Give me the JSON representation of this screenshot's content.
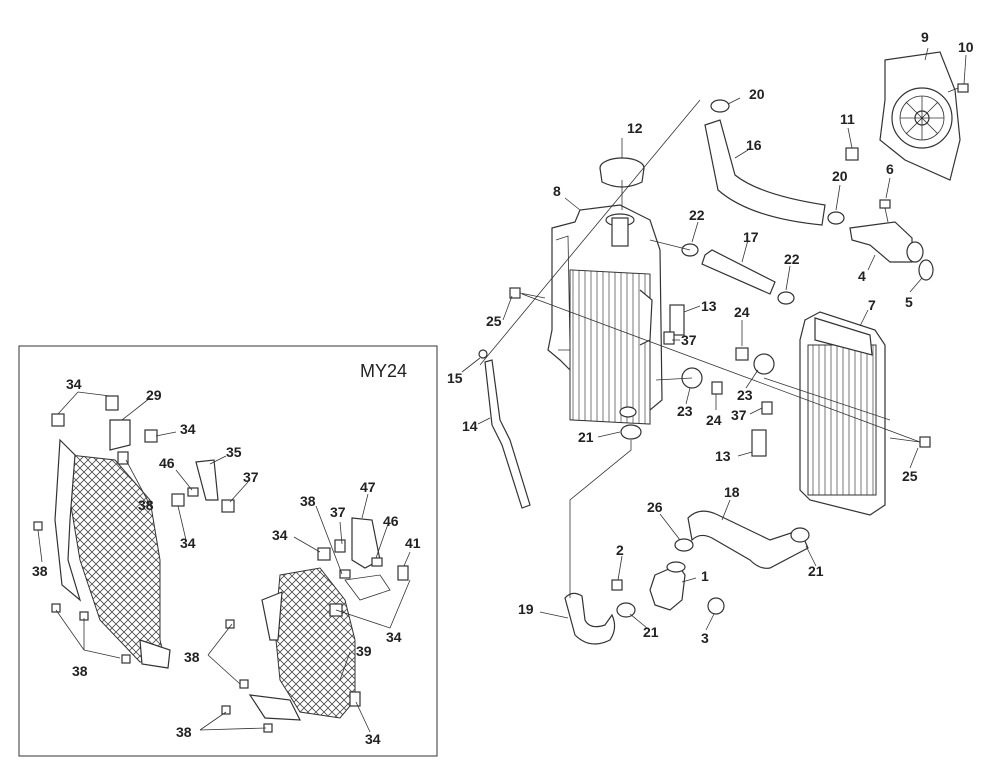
{
  "diagram": {
    "inset": {
      "title": "MY24"
    },
    "callouts": {
      "c1": "1",
      "c2": "2",
      "c3": "3",
      "c4": "4",
      "c5": "5",
      "c6": "6",
      "c7": "7",
      "c8": "8",
      "c9": "9",
      "c10": "10",
      "c11": "11",
      "c12": "12",
      "c13a": "13",
      "c13b": "13",
      "c14": "14",
      "c15": "15",
      "c16": "16",
      "c17": "17",
      "c18": "18",
      "c19": "19",
      "c20a": "20",
      "c20b": "20",
      "c21a": "21",
      "c21b": "21",
      "c21c": "21",
      "c22a": "22",
      "c22b": "22",
      "c23a": "23",
      "c23b": "23",
      "c24a": "24",
      "c24b": "24",
      "c25a": "25",
      "c25b": "25",
      "c26": "26",
      "c37a": "37",
      "c37b": "37",
      "i34a": "34",
      "i29": "29",
      "i34b": "34",
      "i46a": "46",
      "i35": "35",
      "i37a": "37",
      "i38a": "38",
      "i34c": "34",
      "i38b": "38",
      "i37b": "37",
      "i47": "47",
      "i34d": "34",
      "i46b": "46",
      "i41": "41",
      "i38c": "38",
      "i34e": "34",
      "i38d": "38",
      "i39": "39",
      "i38e": "38",
      "i38f": "38",
      "i34f": "34"
    }
  }
}
